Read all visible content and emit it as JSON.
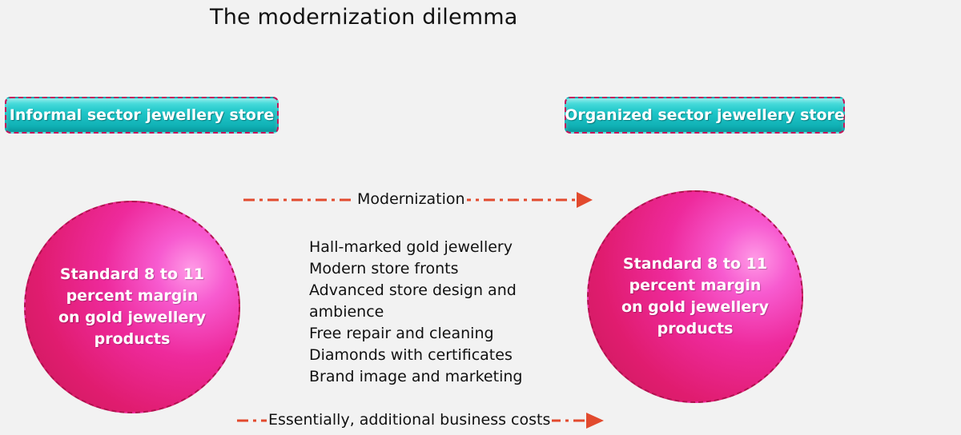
{
  "title": "The modernization dilemma",
  "left_store": {
    "label": "Informal sector jewellery store",
    "margin_text": "Standard 8 to 11\npercent margin\non gold jewellery\nproducts"
  },
  "right_store": {
    "label": "Organized sector jewellery store",
    "margin_text": "Standard 8 to 11\npercent margin\non gold jewellery\nproducts"
  },
  "modernization_arrow": {
    "label": "Modernization"
  },
  "features": [
    "Hall-marked gold jewellery",
    "Modern store fronts",
    "Advanced store design and\nambience",
    "Free repair and cleaning",
    "Diamonds with certificates",
    "Brand image and marketing"
  ],
  "cost_arrow": {
    "label": "Essentially, additional business costs"
  },
  "colors": {
    "background": "#f2f2f2",
    "store_box": "#20c7c9",
    "store_box_border": "#c2185b",
    "circle": "#e01c6f",
    "arrow": "#e24a2e"
  }
}
